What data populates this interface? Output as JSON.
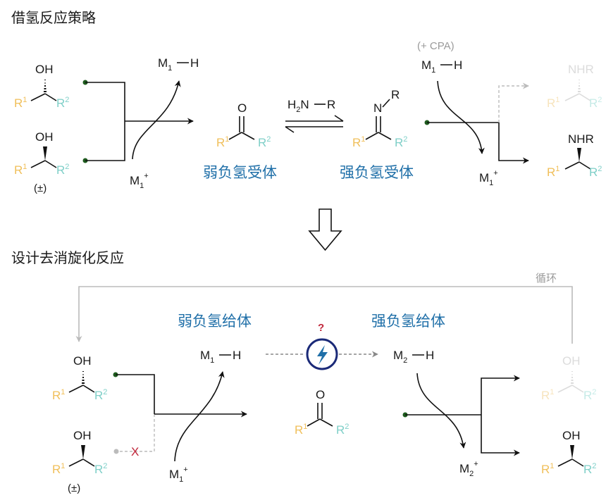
{
  "titles": {
    "top": "借氢反应策略",
    "bottom": "设计去消旋化反应"
  },
  "labels": {
    "weak_acceptor": "弱负氢受体",
    "strong_acceptor": "强负氢受体",
    "weak_donor": "弱负氢给体",
    "strong_donor": "强负氢给体",
    "cycle": "循环",
    "cpa": "(+ CPA)",
    "racemic": "(±)",
    "question": "?",
    "blocked": "X"
  },
  "chem": {
    "OH": "OH",
    "O": "O",
    "N": "N",
    "NHR": "NHR",
    "R": "R",
    "R_base": "R",
    "sup1": "1",
    "sup2": "2",
    "H2N": "H",
    "H2N_sub": "2",
    "H2N_N": "N",
    "M": "M",
    "H": "H",
    "idx1": "1",
    "idx2": "2",
    "plus": "+"
  },
  "colors": {
    "r1": "#f0bf5a",
    "r2": "#7fcfc8",
    "blue": "#1f6fa8",
    "red": "#c0263a",
    "node": "#1e5b1e",
    "grey": "#9a9a9a"
  },
  "icons": {
    "bolt": "lightning-bolt-icon",
    "down_arrow": "hollow-down-arrow-icon"
  }
}
